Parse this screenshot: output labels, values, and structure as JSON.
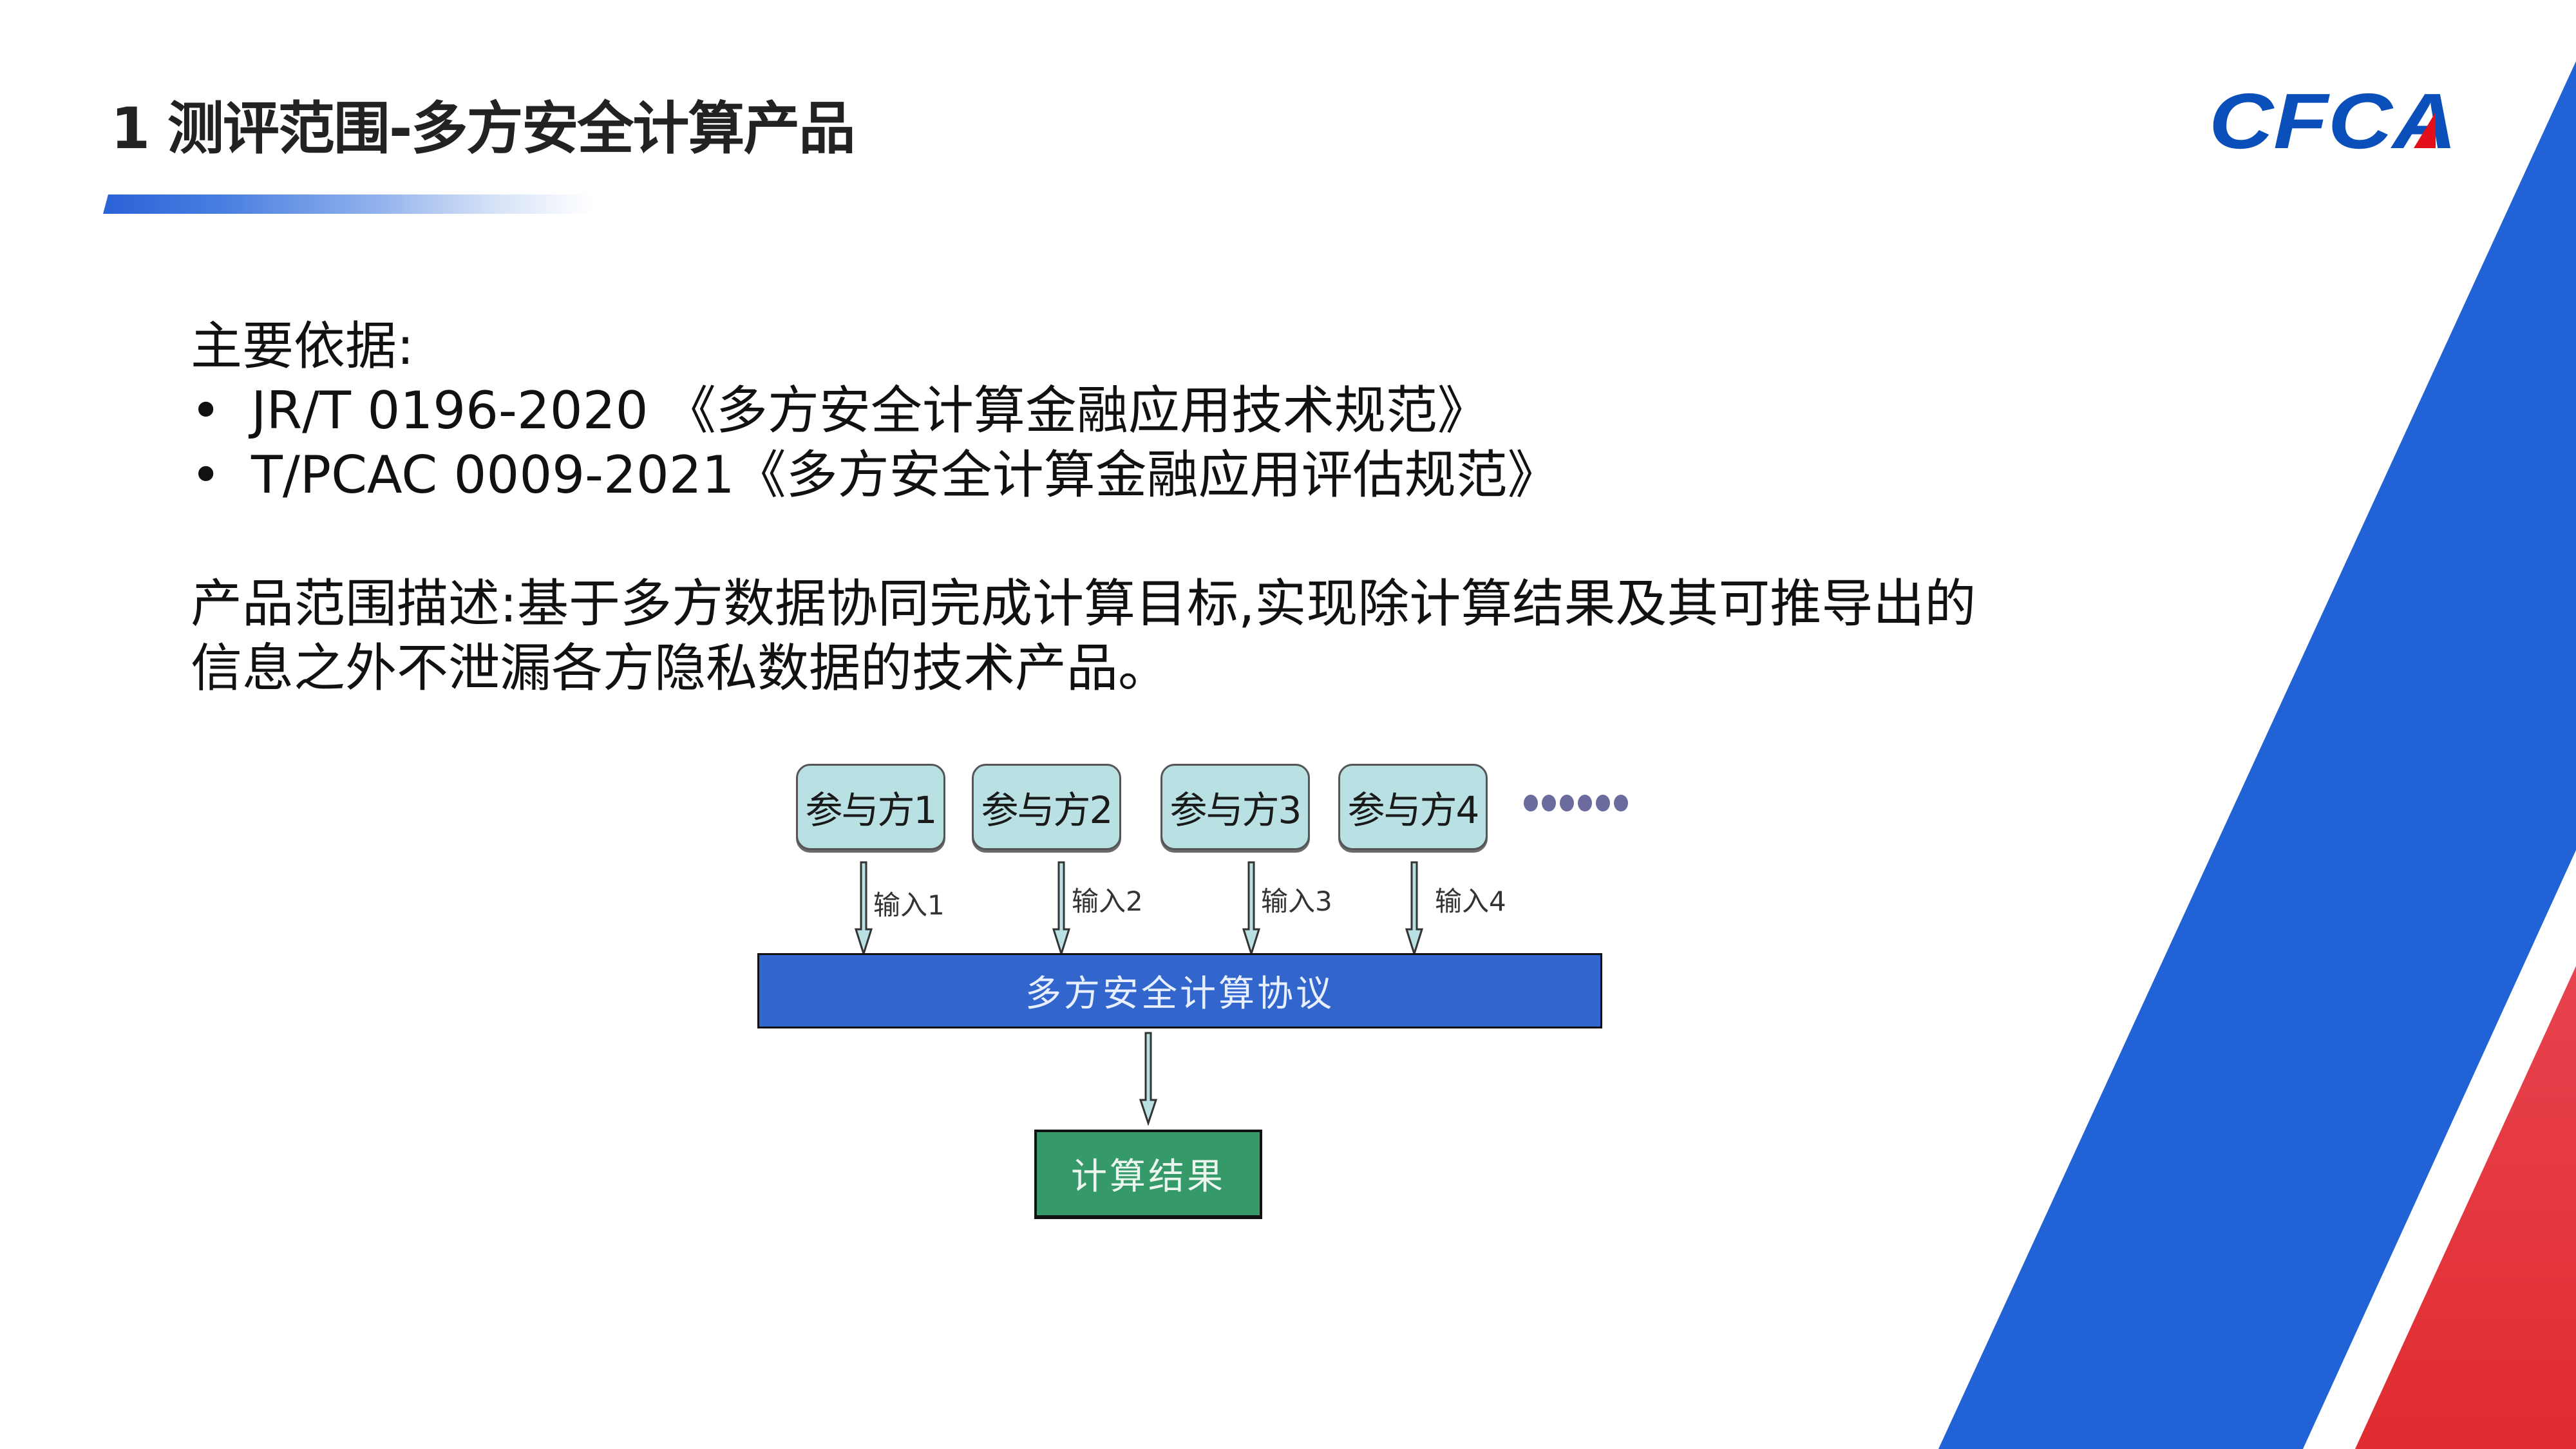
{
  "header": {
    "title": "1 测评范围-多方安全计算产品",
    "logo_text": "CFCA"
  },
  "basis": {
    "heading": "主要依据:",
    "items": [
      {
        "bullet": "•",
        "text": "JR/T 0196-2020 《多方安全计算金融应用技术规范》"
      },
      {
        "bullet": "•",
        "text": "T/PCAC 0009-2021《多方安全计算金融应用评估规范》"
      }
    ]
  },
  "description": {
    "lines": [
      "产品范围描述:基于多方数据协同完成计算目标,实现除计算结果及其可推导出的",
      "信息之外不泄漏各方隐私数据的技术产品。"
    ]
  },
  "diagram": {
    "parties": [
      "参与方1",
      "参与方2",
      "参与方3",
      "参与方4"
    ],
    "ellipsis": "••••••",
    "inputs": [
      "输入1",
      "输入2",
      "输入3",
      "输入4"
    ],
    "protocol": "多方安全计算协议",
    "result": "计算结果"
  },
  "colors": {
    "brand_blue": "#2163d6",
    "brand_red": "#e32d36",
    "party_fill": "#b9e0e3",
    "protocol_fill": "#3266cc",
    "result_fill": "#35996a"
  }
}
